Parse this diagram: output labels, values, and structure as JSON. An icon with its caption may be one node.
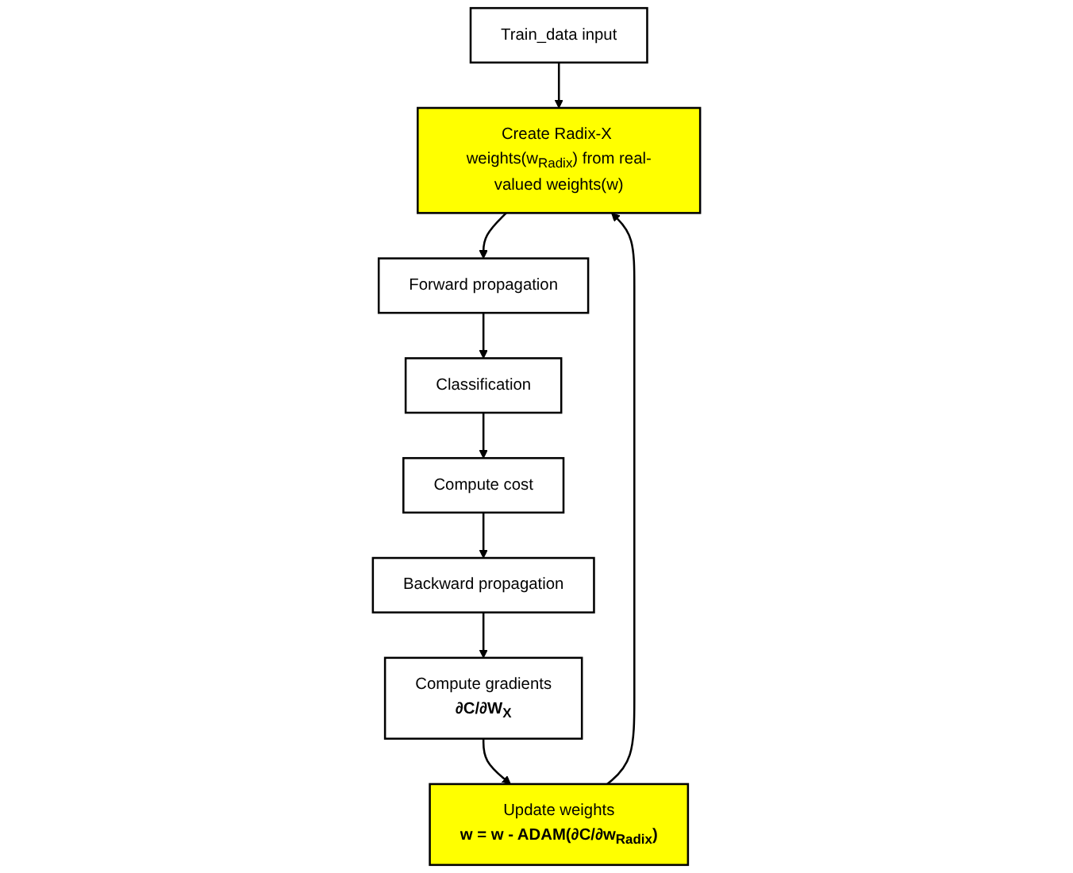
{
  "diagram": {
    "nodes": [
      {
        "text": [
          "Train_data input"
        ]
      },
      {
        "text": [
          "Create Radix-X weights(w$_{Radix}$) from real-valued weights(w)"
        ]
      },
      {
        "text": [
          "Update weights",
          "w = w - ADAM(∂C/∂w$_{Radix}$)"
        ]
      },
      {
        "text": [
          "Forward propagation"
        ]
      },
      {
        "text": [
          "Classification"
        ]
      },
      {
        "text": [
          "Compute cost"
        ]
      },
      {
        "text": [
          "Backward propagation"
        ]
      },
      {
        "text": [
          "Compute gradients",
          "∂C/∂W$_{X}$"
        ]
      }
    ],
    "edges": [
      {
        "from": 0,
        "to": 1,
        "arrow": "to"
      },
      {
        "from": 1,
        "to": 3,
        "arrow": "to"
      },
      {
        "from": 3,
        "to": 4,
        "arrow": "to"
      },
      {
        "from": 4,
        "to": 5,
        "arrow": "to"
      },
      {
        "from": 5,
        "to": 6,
        "arrow": "to"
      },
      {
        "from": 6,
        "to": 7,
        "arrow": "to"
      },
      {
        "from": 7,
        "to": 2,
        "arrow": "to"
      },
      {
        "from": 2,
        "to": 1,
        "arrow": "to"
      }
    ]
  }
}
